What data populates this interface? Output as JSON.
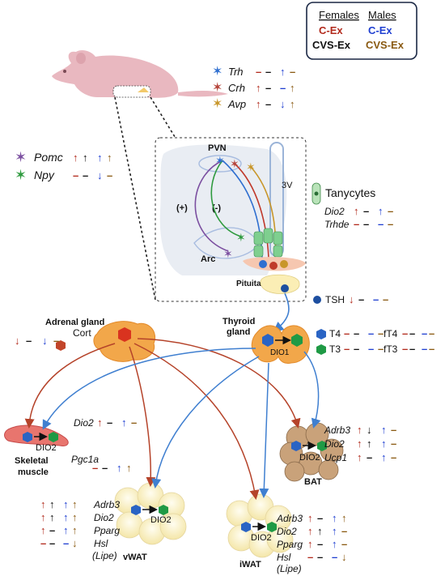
{
  "legend": {
    "females_header": "Females",
    "males_header": "Males",
    "f_cex": "C-Ex",
    "f_cvsex": "CVS-Ex",
    "m_cex": "C-Ex",
    "m_cvsex": "CVS-Ex"
  },
  "colors": {
    "female_cex": "#b22a1c",
    "female_cvsex": "#111111",
    "male_cex": "#1f3fd1",
    "male_cvsex": "#8a5a12",
    "arrow_red": "#b5432a",
    "arrow_blue": "#3f7fd0",
    "gland_orange": "#f2a74a",
    "t4_blue": "#2a64c4",
    "t3_green": "#1f9a45",
    "tsh_blue": "#1d4fa0"
  },
  "hypothalamus": {
    "genes": [
      {
        "name": "Trh",
        "marks": [
          "–",
          "–",
          "↑",
          "–"
        ]
      },
      {
        "name": "Crh",
        "marks": [
          "↑",
          "–",
          "–",
          "↑"
        ]
      },
      {
        "name": "Avp",
        "marks": [
          "↑",
          "–",
          "↓",
          "↑"
        ]
      }
    ],
    "arc_genes": [
      {
        "name": "Pomc",
        "marks": [
          "↑",
          "↑",
          "↑",
          "↑"
        ]
      },
      {
        "name": "Npy",
        "marks": [
          "–",
          "–",
          "↓",
          "–"
        ]
      }
    ],
    "labels": {
      "pvn": "PVN",
      "third_ventricle": "3V",
      "arc": "Arc",
      "pituitary": "Pituitary",
      "plus": "(+)",
      "minus": "(-)"
    }
  },
  "tanycytes": {
    "title": "Tanycytes",
    "genes": [
      {
        "name": "Dio2",
        "marks": [
          "↑",
          "–",
          "↑",
          "–"
        ]
      },
      {
        "name": "Trhde",
        "marks": [
          "–",
          "–",
          "–",
          "–"
        ]
      }
    ]
  },
  "tsh": {
    "label": "TSH",
    "marks": [
      "↓",
      "–",
      "–",
      "–"
    ]
  },
  "adrenal": {
    "label": "Adrenal gland",
    "cort": "Cort",
    "marks": [
      "↓",
      "–",
      "↓",
      "–"
    ]
  },
  "thyroid": {
    "label": "Thyroid gland",
    "dio": "DIO1",
    "t4": "T4",
    "t3": "T3",
    "ft4": "fT4",
    "ft3": "fT3",
    "t4_marks": [
      "–",
      "–",
      "–",
      "–"
    ],
    "ft4_marks": [
      "–",
      "–",
      "–",
      "–"
    ],
    "t3_marks": [
      "–",
      "–",
      "–",
      "–"
    ],
    "ft3_marks": [
      "–",
      "–",
      "–",
      "–"
    ]
  },
  "skeletal_muscle": {
    "label": "Skeletal muscle",
    "dio": "DIO2",
    "genes": [
      {
        "name": "Dio2",
        "marks": [
          "↑",
          "–",
          "↑",
          "–"
        ]
      },
      {
        "name": "Pgc1a",
        "marks": [
          "–",
          "–",
          "↑",
          "↑"
        ]
      }
    ]
  },
  "bat": {
    "label": "BAT",
    "dio": "DIO2",
    "genes": [
      {
        "name": "Adrb3",
        "marks": [
          "↑",
          "↓",
          "↑",
          "–"
        ]
      },
      {
        "name": "Dio2",
        "marks": [
          "↑",
          "↑",
          "↑",
          "–"
        ]
      },
      {
        "name": "Ucp1",
        "marks": [
          "↑",
          "–",
          "↑",
          "–"
        ]
      }
    ]
  },
  "vwat": {
    "label": "vWAT",
    "dio": "DIO2",
    "genes": [
      {
        "name": "Adrb3",
        "marks": [
          "↑",
          "↑",
          "↑",
          "↑"
        ]
      },
      {
        "name": "Dio2",
        "marks": [
          "↑",
          "↑",
          "↑",
          "↑"
        ]
      },
      {
        "name": "Pparg",
        "marks": [
          "↑",
          "–",
          "↑",
          "↑"
        ]
      },
      {
        "name": "Hsl",
        "marks": [
          "–",
          "–",
          "–",
          "↓"
        ]
      }
    ],
    "hsl_alias": "(Lipe)"
  },
  "iwat": {
    "label": "iWAT",
    "dio": "DIO2",
    "genes": [
      {
        "name": "Adrb3",
        "marks": [
          "↑",
          "–",
          "↑",
          "↑"
        ]
      },
      {
        "name": "Dio2",
        "marks": [
          "↑",
          "↑",
          "↑",
          "–"
        ]
      },
      {
        "name": "Pparg",
        "marks": [
          "↑",
          "–",
          "↑",
          "–"
        ]
      },
      {
        "name": "Hsl",
        "marks": [
          "–",
          "–",
          "–",
          "↓"
        ]
      }
    ],
    "hsl_alias": "(Lipe)"
  }
}
